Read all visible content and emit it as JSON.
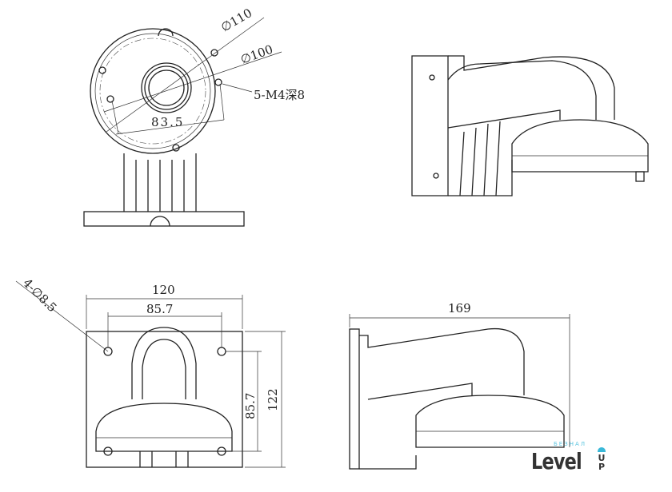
{
  "top_view": {
    "dia_outer": "∅110",
    "dia_inner": "∅100",
    "screw_note": "5-M4深8",
    "hole_spacing": "83.5"
  },
  "front_view": {
    "holes_note": "4-∅8.5",
    "width": "120",
    "hole_width": "85.7",
    "hole_height": "85.7",
    "height": "122"
  },
  "side_view": {
    "depth": "169"
  },
  "logo": {
    "small": "БЕЗНАЛ",
    "main": "Level",
    "up": "UP"
  }
}
